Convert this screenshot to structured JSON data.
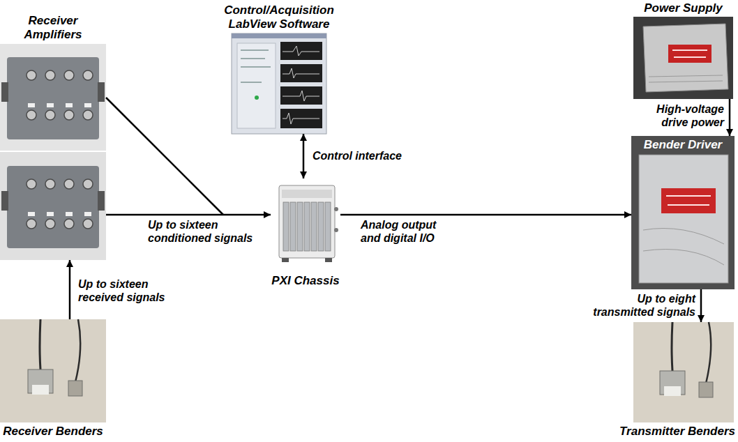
{
  "diagram": {
    "nodes": [
      {
        "text": [
          "Receiver Amplifiers"
        ]
      },
      {
        "text": [
          "Control/Acquisition LabView Software"
        ]
      },
      {
        "text": [
          "Power Supply"
        ]
      },
      {
        "text": [
          "Bender Driver"
        ]
      },
      {
        "text": [
          "PXI Chassis"
        ]
      },
      {
        "text": [
          "Receiver Benders"
        ]
      },
      {
        "text": [
          "Transmitter Benders"
        ]
      }
    ],
    "edges": [
      {
        "from": 5,
        "to": 0,
        "arrow": "to",
        "label": "Up to sixteen received signals"
      },
      {
        "from": 0,
        "to": 4,
        "arrow": "to",
        "label": "Up to sixteen conditioned signals"
      },
      {
        "from": 1,
        "to": 4,
        "arrow": "both",
        "label": "Control interface"
      },
      {
        "from": 4,
        "to": 3,
        "arrow": "to",
        "label": "Analog output and digital I/O"
      },
      {
        "from": 2,
        "to": 3,
        "arrow": "to",
        "label": "High-voltage drive power"
      },
      {
        "from": 3,
        "to": 6,
        "arrow": "to",
        "label": "Up to eight transmitted signals"
      }
    ]
  }
}
